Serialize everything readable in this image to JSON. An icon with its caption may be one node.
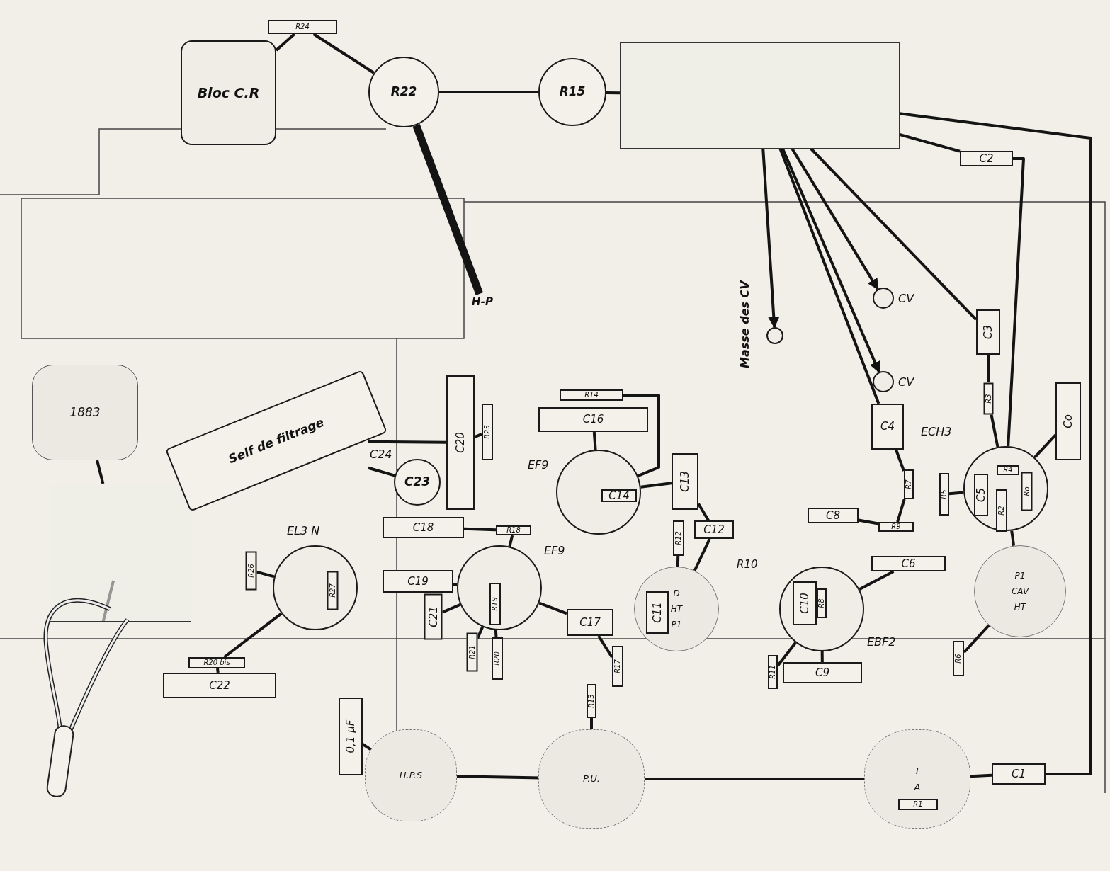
{
  "diagram": {
    "nodes": [
      {
        "text": [
          "R24"
        ]
      },
      {
        "text": [
          "Bloc C.R"
        ]
      },
      {
        "text": [
          "R22"
        ]
      },
      {
        "text": [
          "R15"
        ]
      },
      {
        "text": [],
        "shape": "box"
      },
      {
        "text": [
          "C2"
        ]
      },
      {
        "text": [],
        "shape": "circle",
        "beside": [
          "CV"
        ]
      },
      {
        "text": [],
        "shape": "circle",
        "beside": [
          "CV"
        ]
      },
      {
        "text": [],
        "shape": "circle",
        "beside": [
          "Masse des CV"
        ]
      },
      {
        "text": [
          "C3"
        ]
      },
      {
        "text": [
          "R3"
        ]
      },
      {
        "text": [
          "Co"
        ]
      },
      {
        "text": [
          "C4"
        ]
      },
      {
        "text": [],
        "shape": "circle",
        "beside": [
          "ECH3"
        ]
      },
      {
        "text": [
          "1883"
        ]
      },
      {
        "text": [
          "Self de filtrage"
        ]
      },
      {
        "text": [
          "C20"
        ]
      },
      {
        "text": [
          "R25"
        ]
      },
      {
        "text": [
          "C23"
        ],
        "beside": [
          "C24"
        ]
      },
      {
        "text": [
          "R14"
        ]
      },
      {
        "text": [
          "C16"
        ]
      },
      {
        "text": [],
        "shape": "circle",
        "beside": [
          "EF9"
        ]
      },
      {
        "text": [
          "C14"
        ],
        "in": 21
      },
      {
        "text": [
          "C13"
        ]
      },
      {
        "text": [
          "C12"
        ]
      },
      {
        "text": [
          "C8"
        ]
      },
      {
        "text": [
          "R9"
        ]
      },
      {
        "text": [
          "R7"
        ]
      },
      {
        "text": [
          "R5"
        ]
      },
      {
        "text": [
          "C5"
        ],
        "in": 13
      },
      {
        "text": [
          "R2"
        ],
        "in": 13
      },
      {
        "text": [
          "R4"
        ],
        "in": 13
      },
      {
        "text": [
          "Ro"
        ],
        "in": 13
      },
      {
        "text": [
          "C6"
        ]
      },
      {
        "text": [
          "C18"
        ]
      },
      {
        "text": [
          "R18"
        ]
      },
      {
        "text": [],
        "shape": "circle",
        "beside": [
          "EL3 N"
        ]
      },
      {
        "text": [
          "R26"
        ]
      },
      {
        "text": [
          "R27"
        ],
        "in": 36
      },
      {
        "text": [
          "C19"
        ]
      },
      {
        "text": [],
        "shape": "circle",
        "beside": [
          "EF9"
        ]
      },
      {
        "text": [
          "C21"
        ]
      },
      {
        "text": [
          "R19"
        ],
        "in": 40
      },
      {
        "text": [
          "R21"
        ]
      },
      {
        "text": [
          "R20"
        ]
      },
      {
        "text": [
          "C17"
        ]
      },
      {
        "text": [
          "R17"
        ]
      },
      {
        "text": [
          "C11"
        ],
        "in": 49
      },
      {
        "text": [
          "R12"
        ]
      },
      {
        "text": [
          "D",
          "HT",
          "P1"
        ]
      },
      {
        "text": [
          "C10"
        ],
        "in": 52
      },
      {
        "text": [
          "R8"
        ],
        "in": 52
      },
      {
        "text": [],
        "shape": "circle",
        "beside": [
          "EBF2"
        ]
      },
      {
        "text": [
          "C9"
        ]
      },
      {
        "text": [
          "R11"
        ]
      },
      {
        "text": [
          "R6"
        ]
      },
      {
        "text": [
          "P1",
          "CAV",
          "HT"
        ]
      },
      {
        "text": [
          "C22"
        ]
      },
      {
        "text": [
          "R20 bis"
        ]
      },
      {
        "text": [
          "0,1 µF"
        ]
      },
      {
        "text": [
          "H.P.S"
        ]
      },
      {
        "text": [
          "P.U."
        ]
      },
      {
        "text": [
          "R13"
        ]
      },
      {
        "text": [
          "T",
          "A"
        ]
      },
      {
        "text": [
          "R1"
        ],
        "in": 63
      },
      {
        "text": [
          "C1"
        ]
      },
      {
        "text": [
          "H-P"
        ]
      },
      {
        "text": [],
        "shape": "picture"
      },
      {
        "text": [],
        "shape": "box"
      }
    ],
    "edges": [
      {
        "from": 0,
        "to": 1,
        "arrow": "none"
      },
      {
        "from": 0,
        "to": 2,
        "arrow": "none"
      },
      {
        "from": 2,
        "to": 3,
        "arrow": "none"
      },
      {
        "from": 3,
        "to": 4,
        "arrow": "none"
      },
      {
        "from": 4,
        "to": 5,
        "arrow": "none"
      },
      {
        "from": 5,
        "to": 13,
        "arrow": "none"
      },
      {
        "from": 4,
        "to": 6,
        "arrow": "to"
      },
      {
        "from": 4,
        "to": 7,
        "arrow": "to"
      },
      {
        "from": 4,
        "to": 8,
        "arrow": "to"
      },
      {
        "from": 4,
        "to": 9,
        "arrow": "none"
      },
      {
        "from": 9,
        "to": 10,
        "arrow": "none"
      },
      {
        "from": 10,
        "to": 13,
        "arrow": "none"
      },
      {
        "from": 4,
        "to": 12,
        "arrow": "none"
      },
      {
        "from": 12,
        "to": 27,
        "arrow": "none"
      },
      {
        "from": 11,
        "to": 13,
        "arrow": "none"
      },
      {
        "from": 4,
        "to": 65,
        "arrow": "none"
      },
      {
        "from": 65,
        "to": 63,
        "arrow": "none"
      },
      {
        "from": 63,
        "to": 61,
        "arrow": "none"
      },
      {
        "from": 61,
        "to": 60,
        "arrow": "none"
      },
      {
        "from": 59,
        "to": 60,
        "arrow": "none"
      },
      {
        "from": 62,
        "to": 61,
        "arrow": "none"
      },
      {
        "from": 19,
        "to": 21,
        "arrow": "none"
      },
      {
        "from": 20,
        "to": 21,
        "arrow": "none"
      },
      {
        "from": 23,
        "to": 24,
        "arrow": "none"
      },
      {
        "from": 25,
        "to": 26,
        "arrow": "none"
      },
      {
        "from": 26,
        "to": 27,
        "arrow": "none"
      },
      {
        "from": 28,
        "to": 13,
        "arrow": "none"
      },
      {
        "from": 33,
        "to": 52,
        "arrow": "none"
      },
      {
        "from": 53,
        "to": 52,
        "arrow": "none"
      },
      {
        "from": 54,
        "to": 52,
        "arrow": "none"
      },
      {
        "from": 48,
        "to": 49,
        "arrow": "none"
      },
      {
        "from": 45,
        "to": 40,
        "arrow": "none"
      },
      {
        "from": 46,
        "to": 45,
        "arrow": "none"
      },
      {
        "from": 39,
        "to": 40,
        "arrow": "none"
      },
      {
        "from": 34,
        "to": 35,
        "arrow": "none"
      },
      {
        "from": 35,
        "to": 40,
        "arrow": "none"
      },
      {
        "from": 44,
        "to": 42,
        "arrow": "none"
      },
      {
        "from": 43,
        "to": 40,
        "arrow": "none"
      },
      {
        "from": 41,
        "to": 40,
        "arrow": "none"
      },
      {
        "from": 37,
        "to": 36,
        "arrow": "none"
      },
      {
        "from": 57,
        "to": 58,
        "arrow": "none"
      },
      {
        "from": 58,
        "to": 36,
        "arrow": "none"
      },
      {
        "from": 14,
        "to": 68,
        "arrow": "none"
      },
      {
        "from": 67,
        "to": 68,
        "arrow": "none"
      },
      {
        "from": 15,
        "to": 16,
        "arrow": "none"
      },
      {
        "from": 16,
        "to": 17,
        "arrow": "none"
      },
      {
        "from": 18,
        "to": 15,
        "arrow": "none"
      },
      {
        "from": 55,
        "to": 56,
        "arrow": "none"
      },
      {
        "from": 56,
        "to": 13,
        "arrow": "none"
      },
      {
        "from": 66,
        "to": 2,
        "arrow": "none",
        "style": "thick"
      },
      {
        "from": 24,
        "to": 49,
        "arrow": "none"
      },
      {
        "from": 21,
        "to": 23,
        "arrow": "none"
      }
    ],
    "labels": [
      "R10"
    ]
  }
}
